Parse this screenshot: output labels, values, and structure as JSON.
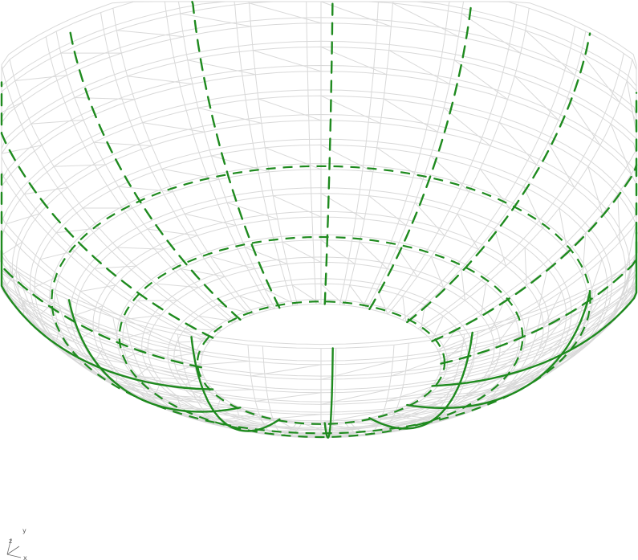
{
  "viewport": {
    "background": "#ffffff",
    "wireframe_color": "#d9d9d9",
    "highlight_color": "#1e8a1e",
    "structure": "dome",
    "meridians": 32,
    "rings": 14,
    "highlighted_ribs": 16
  },
  "axes_triad": {
    "labels": {
      "z": "z",
      "y": "y",
      "x": "x"
    }
  }
}
